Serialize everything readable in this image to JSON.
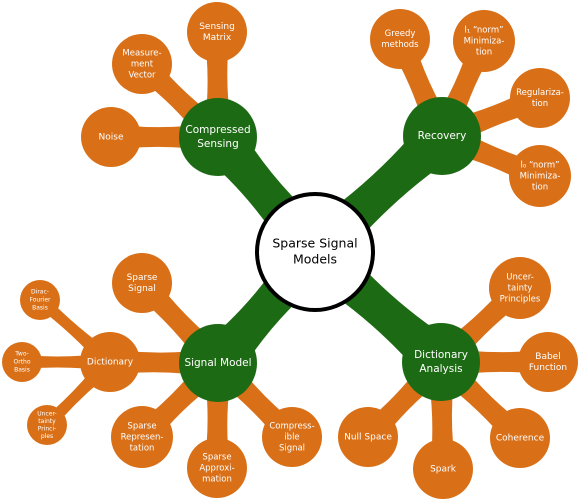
{
  "colors": {
    "orange": "#d97018",
    "green": "#1d6a14",
    "center_fill": "#ffffff",
    "center_stroke": "#000000"
  },
  "center": {
    "lines": [
      "Sparse Signal",
      "Models"
    ]
  },
  "hubs": [
    {
      "id": "compressed-sensing",
      "lines": [
        "Compressed",
        "Sensing"
      ],
      "leaves": [
        {
          "id": "sensing-matrix",
          "lines": [
            "Sensing",
            "Matrix"
          ]
        },
        {
          "id": "measurement-vector",
          "lines": [
            "Measure-",
            "ment",
            "Vector"
          ]
        },
        {
          "id": "noise",
          "lines": [
            "Noise"
          ]
        }
      ]
    },
    {
      "id": "recovery",
      "lines": [
        "Recovery"
      ],
      "leaves": [
        {
          "id": "greedy-methods",
          "lines": [
            "Greedy",
            "methods"
          ]
        },
        {
          "id": "l1-minimization",
          "lines": [
            "l₁ “norm”",
            "Minimiza-",
            "tion"
          ]
        },
        {
          "id": "regularization",
          "lines": [
            "Regulariza-",
            "tion"
          ]
        },
        {
          "id": "l0-minimization",
          "lines": [
            "l₀ “norm”",
            "Minimiza-",
            "tion"
          ]
        }
      ]
    },
    {
      "id": "signal-model",
      "lines": [
        "Signal Model"
      ],
      "leaves": [
        {
          "id": "sparse-signal",
          "lines": [
            "Sparse",
            "Signal"
          ]
        },
        {
          "id": "dictionary",
          "lines": [
            "Dictionary"
          ],
          "leaves": [
            {
              "id": "dirac-fourier-basis",
              "lines": [
                "Dirac-",
                "Fourier",
                "Basis"
              ]
            },
            {
              "id": "two-ortho-basis",
              "lines": [
                "Two-",
                "Ortho",
                "Basis"
              ]
            },
            {
              "id": "uncertainty-principles-small",
              "lines": [
                "Uncer-",
                "tainty",
                "Princi-",
                "ples"
              ]
            }
          ]
        },
        {
          "id": "sparse-representation",
          "lines": [
            "Sparse",
            "Represen-",
            "tation"
          ]
        },
        {
          "id": "sparse-approximation",
          "lines": [
            "Sparse",
            "Approxi-",
            "mation"
          ]
        },
        {
          "id": "compressible-signal",
          "lines": [
            "Compress-",
            "ible",
            "Signal"
          ]
        }
      ]
    },
    {
      "id": "dictionary-analysis",
      "lines": [
        "Dictionary",
        "Analysis"
      ],
      "leaves": [
        {
          "id": "uncertainty-principles",
          "lines": [
            "Uncer-",
            "tainty",
            "Principles"
          ]
        },
        {
          "id": "babel-function",
          "lines": [
            "Babel",
            "Function"
          ]
        },
        {
          "id": "coherence",
          "lines": [
            "Coherence"
          ]
        },
        {
          "id": "spark",
          "lines": [
            "Spark"
          ]
        },
        {
          "id": "null-space",
          "lines": [
            "Null Space"
          ]
        }
      ]
    }
  ]
}
